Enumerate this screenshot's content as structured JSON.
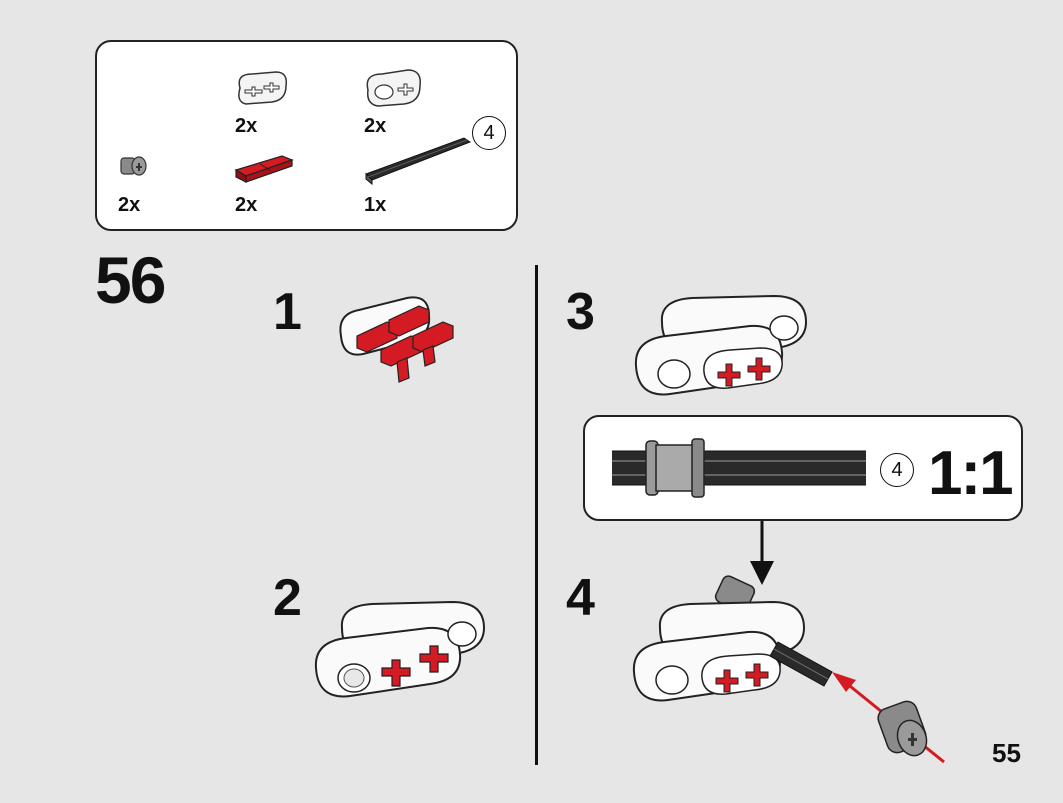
{
  "parts_list": {
    "items": [
      {
        "name": "bush",
        "qty": "2x"
      },
      {
        "name": "axle-pin-red",
        "qty": "2x"
      },
      {
        "name": "axle-4",
        "qty": "1x",
        "length": "4"
      },
      {
        "name": "beam-2-axle-holes",
        "qty": "2x"
      },
      {
        "name": "beam-2-axle-pin-hole",
        "qty": "2x"
      }
    ]
  },
  "step": {
    "number": "56",
    "substeps": [
      "1",
      "2",
      "3",
      "4"
    ]
  },
  "callout": {
    "axle_length": "4",
    "ratio": "1:1"
  },
  "page": {
    "number": "55"
  },
  "colors": {
    "red": "#c8141c",
    "dark_gray": "#3a3a3a",
    "white": "#ffffff",
    "background": "#e6e6e6"
  }
}
